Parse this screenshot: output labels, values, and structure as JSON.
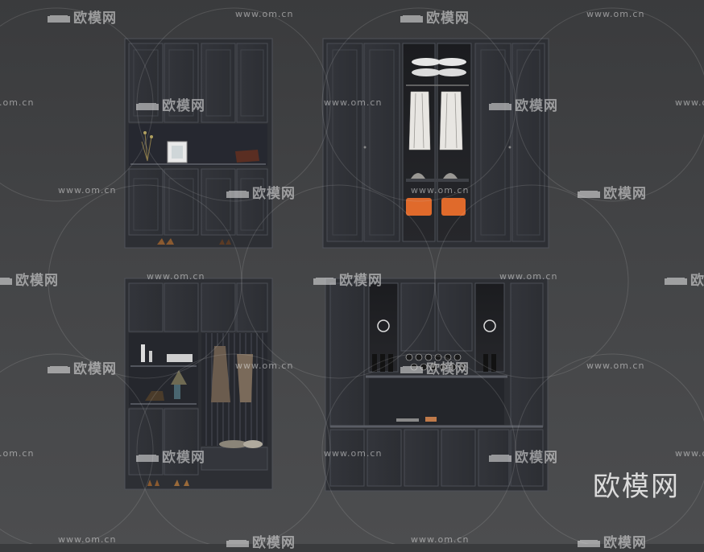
{
  "watermark": {
    "logo_text": "欧模网",
    "url_text": "www.om.cn",
    "corner_text": "欧模网"
  },
  "colors": {
    "background": "#424345",
    "cabinet_body": "#2e3036",
    "cabinet_panel": "#383a40",
    "cabinet_edge": "#4d5058",
    "accent_orange": "#e06a2b",
    "shirt_white": "#e8e6e2"
  },
  "render": {
    "cabinets": [
      "entry-cabinet-with-shelf",
      "four-door-wardrobe-with-glass-center",
      "hallway-cabinet-with-coat-rack",
      "wine-bar-cabinet"
    ]
  }
}
